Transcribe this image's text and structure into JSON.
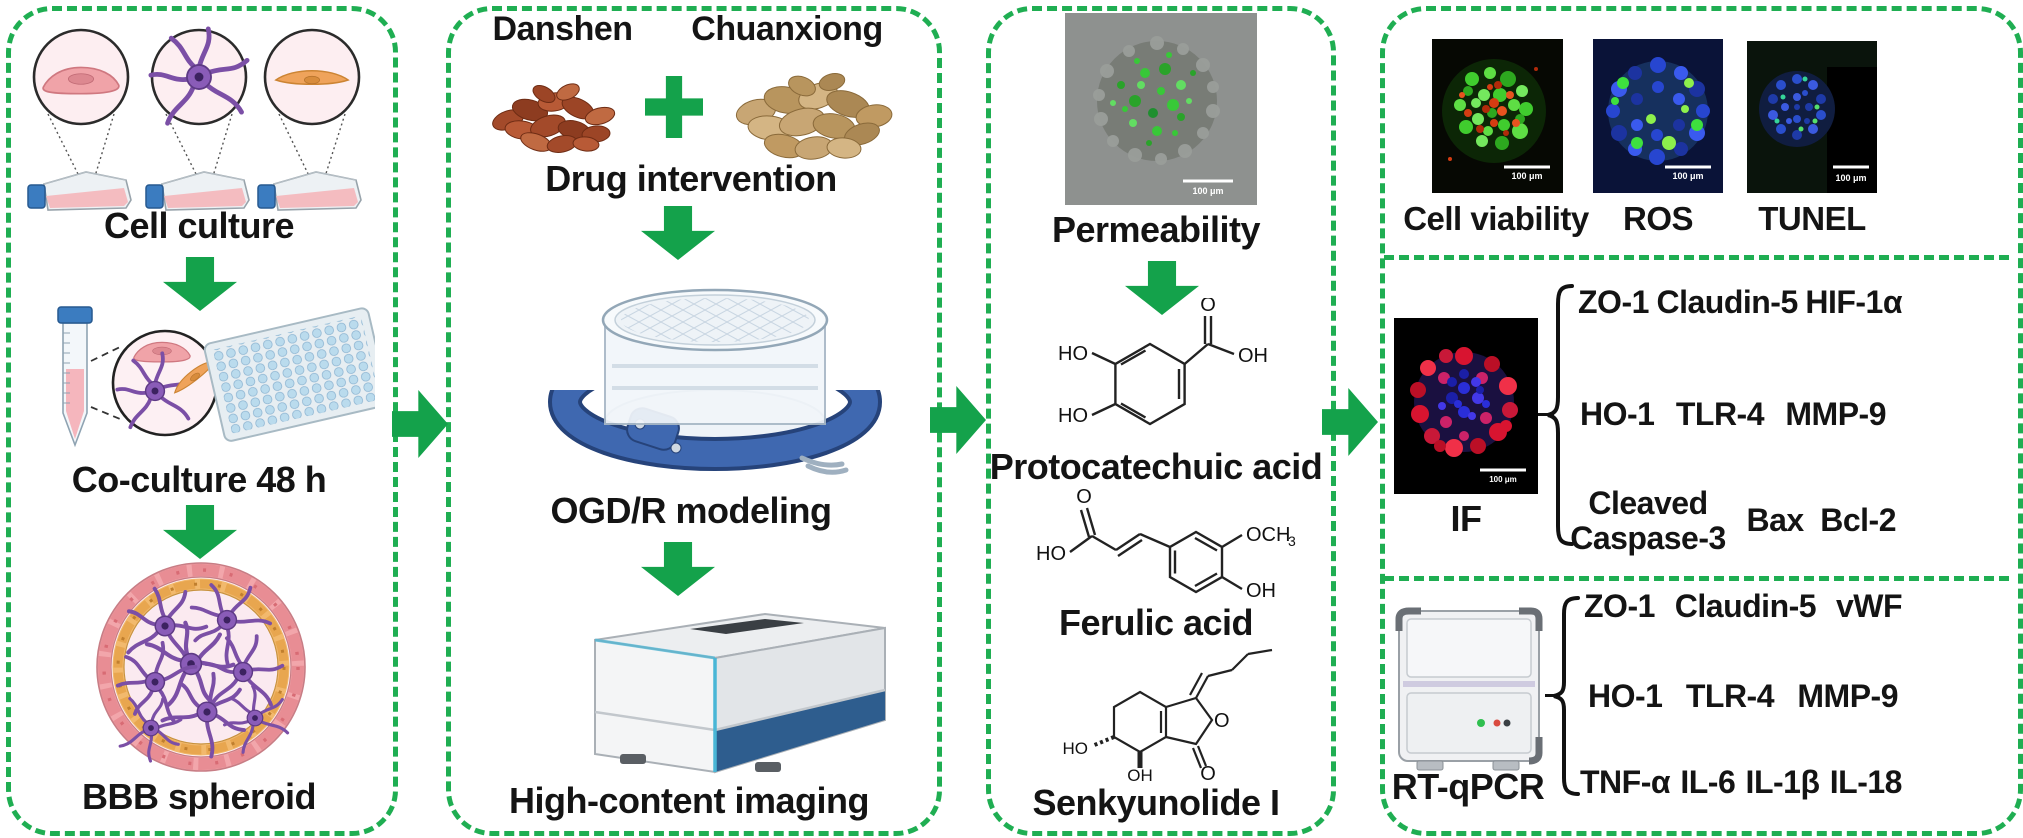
{
  "colors": {
    "green": "#14a24b",
    "dash_green": "#1fae52",
    "text": "#141414"
  },
  "labels": {
    "scale_bar": "100 μm"
  },
  "panel1": {
    "cell_culture": "Cell culture",
    "co_culture": "Co-culture 48 h",
    "spheroid": "BBB spheroid"
  },
  "panel2": {
    "herb1": "Danshen",
    "herb2": "Chuanxiong",
    "drug": "Drug intervention",
    "ogdr": "OGD/R modeling",
    "imaging": "High-content imaging"
  },
  "panel3": {
    "permeability": "Permeability",
    "compound1": "Protocatechuic acid",
    "compound2": "Ferulic acid",
    "compound3": "Senkyunolide I",
    "atoms": {
      "ho": "HO",
      "oh": "OH",
      "o": "O",
      "och": "OCH",
      "sub3": "3"
    }
  },
  "panel4": {
    "assay1": "Cell viability",
    "assay2": "ROS",
    "assay3": "TUNEL",
    "if_label": "IF",
    "if_markers": {
      "row1": [
        "ZO-1",
        "Claudin-5",
        "HIF-1α"
      ],
      "row2": [
        "HO-1",
        "TLR-4",
        "MMP-9"
      ],
      "row3": [
        "Cleaved Caspase-3",
        "Bax",
        "Bcl-2"
      ]
    },
    "qpcr_label": "RT-qPCR",
    "qpcr_markers": {
      "row1": [
        "ZO-1",
        "Claudin-5",
        "vWF"
      ],
      "row2": [
        "HO-1",
        "TLR-4",
        "MMP-9"
      ],
      "row3": [
        "TNF-α",
        "IL-6",
        "IL-1β",
        "IL-18"
      ]
    }
  }
}
